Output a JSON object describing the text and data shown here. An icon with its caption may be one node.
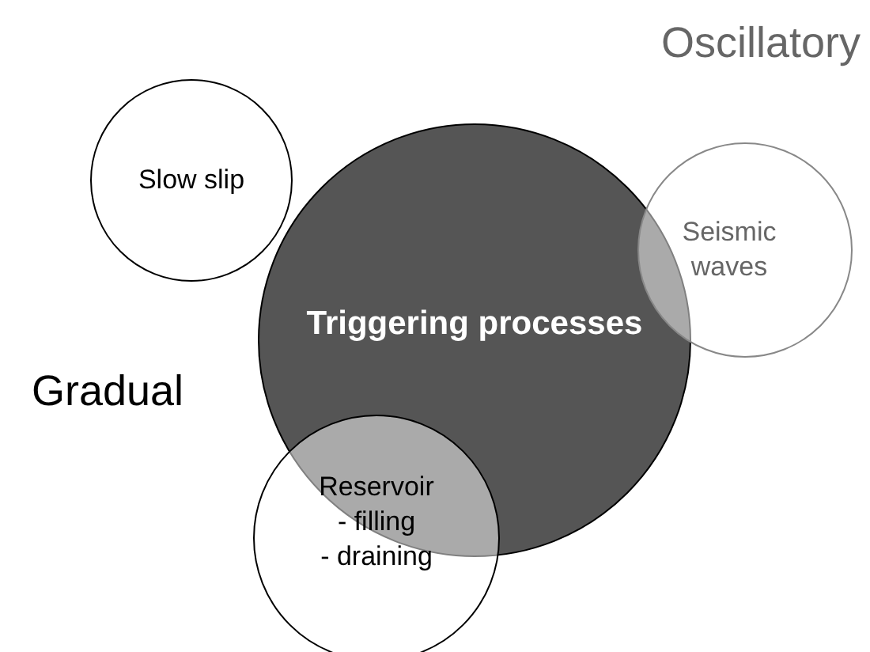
{
  "diagram": {
    "nodes": [
      {
        "text": [
          "Triggering processes"
        ]
      },
      {
        "text": [
          "Slow slip"
        ]
      },
      {
        "text": [
          "Seismic waves"
        ]
      },
      {
        "text": [
          "Reservoir - filling - draining"
        ]
      }
    ],
    "labels": [
      "Oscillatory",
      "Gradual"
    ]
  }
}
